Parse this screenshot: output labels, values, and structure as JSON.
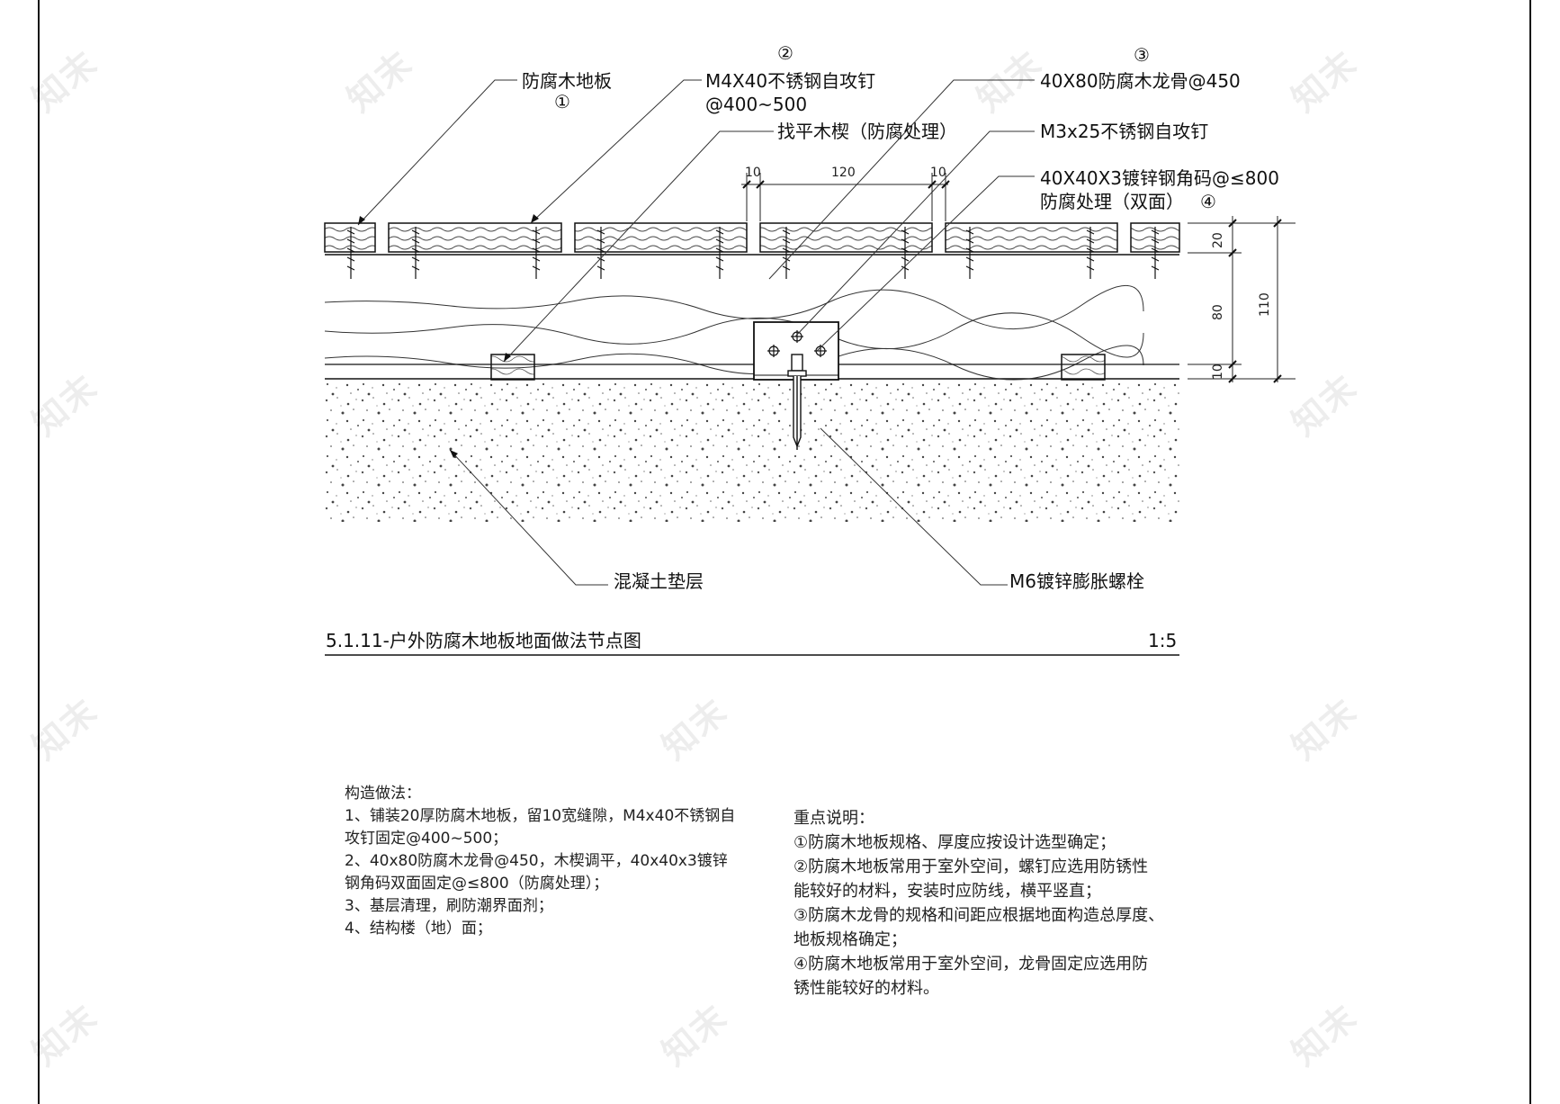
{
  "callouts": {
    "c1_label": "防腐木地板",
    "c1_num": "①",
    "c2_num": "②",
    "c2_label": "M4X40不锈钢自攻钉",
    "c2_label2": "@400~500",
    "c3_num": "③",
    "c3_label": "40X80防腐木龙骨@450",
    "c4_label": "找平木楔（防腐处理）",
    "c5_label": "M3x25不锈钢自攻钉",
    "c6_label": "40X40X3镀锌钢角码@≤800",
    "c6_label2": "防腐处理（双面）",
    "c6_num": "④",
    "c7_label": "混凝土垫层",
    "c8_label": "M6镀锌膨胀螺栓"
  },
  "dimensions": {
    "gap_left": "10",
    "board_width": "120",
    "gap_right": "10",
    "board_thk": "20",
    "joist_h": "80",
    "wedge_h": "10",
    "total_h": "110"
  },
  "title": {
    "name": "5.1.11-户外防腐木地板地面做法节点图",
    "scale": "1:5"
  },
  "construction": {
    "heading": "构造做法：",
    "lines": [
      "1、铺装20厚防腐木地板，留10宽缝隙，M4x40不锈钢自",
      "攻钉固定@400~500；",
      "2、40x80防腐木龙骨@450，木楔调平，40x40x3镀锌",
      "钢角码双面固定@≤800（防腐处理）；",
      "3、基层清理，刷防潮界面剂；",
      "4、结构楼（地）面；"
    ]
  },
  "keypoints": {
    "heading": "重点说明：",
    "lines": [
      "①防腐木地板规格、厚度应按设计选型确定；",
      "②防腐木地板常用于室外空间，螺钉应选用防锈性",
      "能较好的材料，安装时应防线，横平竖直；",
      "③防腐木龙骨的规格和间距应根据地面构造总厚度、",
      "地板规格确定；",
      "④防腐木地板常用于室外空间，龙骨固定应选用防",
      "锈性能较好的材料。"
    ]
  },
  "watermark": "知末"
}
